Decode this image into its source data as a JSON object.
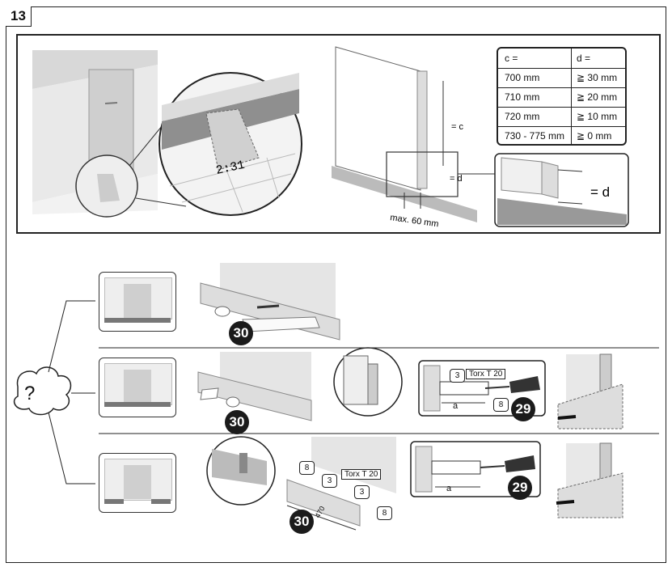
{
  "step_number": "13",
  "top_panel": {
    "display_readout": "2:31",
    "dimension_c": "= c",
    "dimension_d_small": "= d",
    "dimension_d_large": "= d",
    "max_setback": "max. 60 mm",
    "table": {
      "header": [
        "c =",
        "d ="
      ],
      "rows": [
        [
          "700 mm",
          "≧ 30 mm"
        ],
        [
          "710 mm",
          "≧ 20 mm"
        ],
        [
          "720 mm",
          "≧ 10 mm"
        ],
        [
          "730 - 775 mm",
          "≧ 0 mm"
        ]
      ]
    }
  },
  "options": {
    "question_mark": "?",
    "row1": {
      "part_number": "30"
    },
    "row2": {
      "part_number": "30",
      "tool_part_number": "29",
      "tool_label": "Torx T 20",
      "screw_number": "3",
      "clip_number": "8",
      "dimension": "a"
    },
    "row3": {
      "part_number": "30",
      "tool_part_number": "29",
      "tool_label": "Torx T 20",
      "screw_number": "3",
      "clip_number": "8",
      "screw_number_2": "3",
      "clip_number_2": "8",
      "length_label": "470",
      "dimension": "a"
    }
  }
}
